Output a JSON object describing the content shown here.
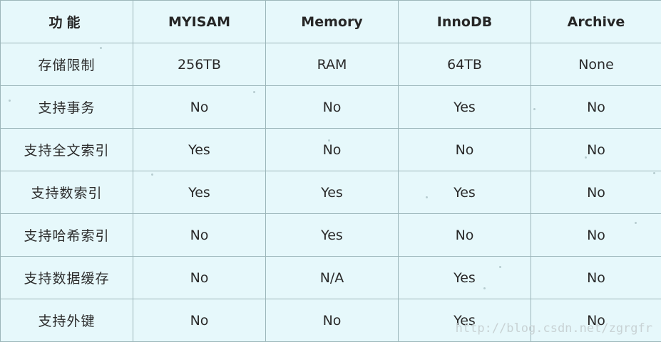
{
  "table": {
    "headers": [
      "功能",
      "MYISAM",
      "Memory",
      "InnoDB",
      "Archive"
    ],
    "rows": [
      [
        "存储限制",
        "256TB",
        "RAM",
        "64TB",
        "None"
      ],
      [
        "支持事务",
        "No",
        "No",
        "Yes",
        "No"
      ],
      [
        "支持全文索引",
        "Yes",
        "No",
        "No",
        "No"
      ],
      [
        "支持数索引",
        "Yes",
        "Yes",
        "Yes",
        "No"
      ],
      [
        "支持哈希索引",
        "No",
        "Yes",
        "No",
        "No"
      ],
      [
        "支持数据缓存",
        "No",
        "N/A",
        "Yes",
        "No"
      ],
      [
        "支持外键",
        "No",
        "No",
        "Yes",
        "No"
      ]
    ]
  },
  "watermark": "http://blog.csdn.net/zgrgfr"
}
